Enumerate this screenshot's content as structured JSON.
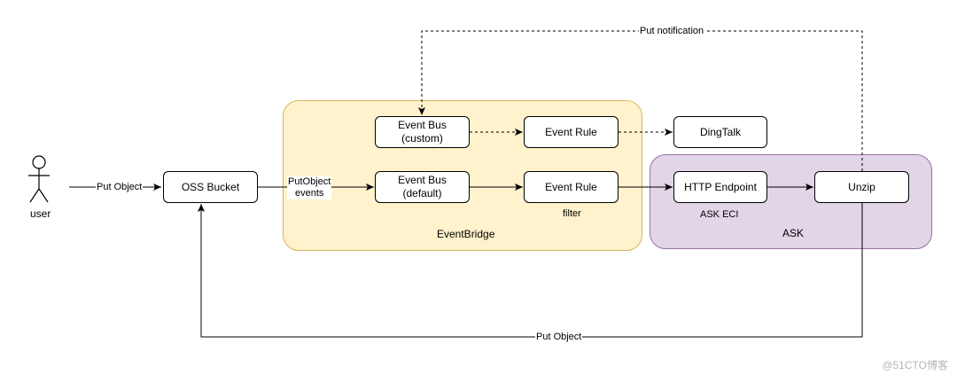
{
  "regions": {
    "eventbridge": "EventBridge",
    "ask": "ASK"
  },
  "actor": {
    "label": "user"
  },
  "nodes": {
    "oss_bucket": "OSS Bucket",
    "event_bus_custom": [
      "Event Bus",
      "(custom)"
    ],
    "event_bus_default": [
      "Event Bus",
      "(default)"
    ],
    "event_rule_top": "Event Rule",
    "event_rule_bottom": "Event Rule",
    "dingtalk": "DingTalk",
    "http_endpoint": "HTTP Endpoint",
    "unzip": "Unzip"
  },
  "edge_labels": {
    "put_object_in": "Put Object",
    "put_object_events": [
      "PutObject",
      "events"
    ],
    "filter": "filter",
    "ask_eci": "ASK ECI",
    "put_notification": "Put notification",
    "put_object_back": "Put Object"
  },
  "colors": {
    "eventbridge_fill": "#fff2cc",
    "eventbridge_stroke": "#d6b656",
    "ask_fill": "#e1d5e7",
    "ask_stroke": "#9673a6"
  },
  "watermark": "@51CTO博客"
}
